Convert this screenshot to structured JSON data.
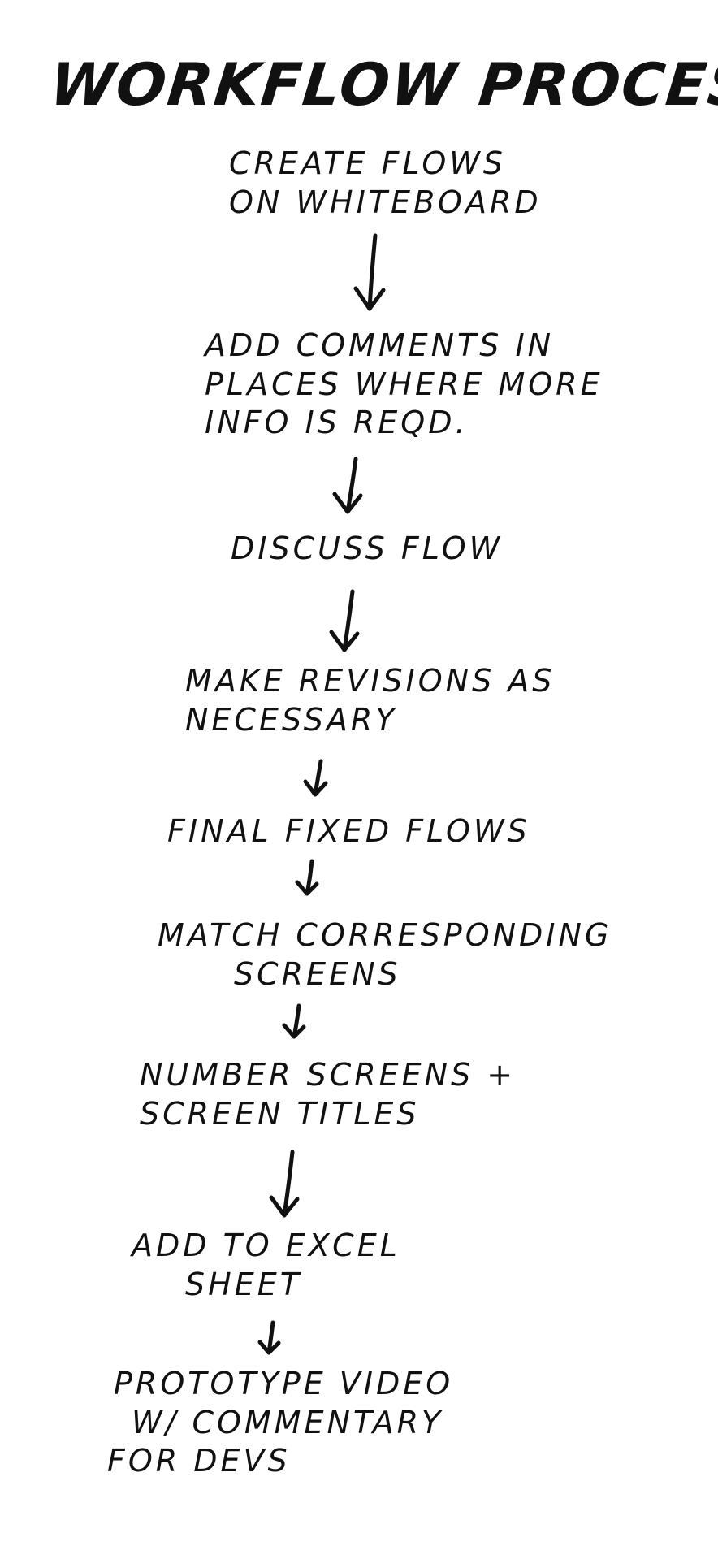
{
  "title": "WORKFLOW PROCESS:",
  "steps": [
    {
      "lines": [
        "CREATE FLOWS",
        "ON WHITEBOARD"
      ]
    },
    {
      "lines": [
        "ADD COMMENTS IN",
        "PLACES WHERE MORE",
        "INFO IS REQD."
      ]
    },
    {
      "lines": [
        "DISCUSS FLOW"
      ]
    },
    {
      "lines": [
        "MAKE REVISIONS AS",
        "NECESSARY"
      ]
    },
    {
      "lines": [
        "FINAL FIXED FLOWS"
      ]
    },
    {
      "lines": [
        "MATCH CORRESPONDING",
        "SCREENS"
      ]
    },
    {
      "lines": [
        "NUMBER SCREENS +",
        "SCREEN TITLES"
      ]
    },
    {
      "lines": [
        "ADD TO EXCEL",
        "SHEET"
      ]
    },
    {
      "lines": [
        "PROTOTYPE VIDEO",
        "W/ COMMENTARY",
        "FOR DEVS"
      ]
    }
  ]
}
